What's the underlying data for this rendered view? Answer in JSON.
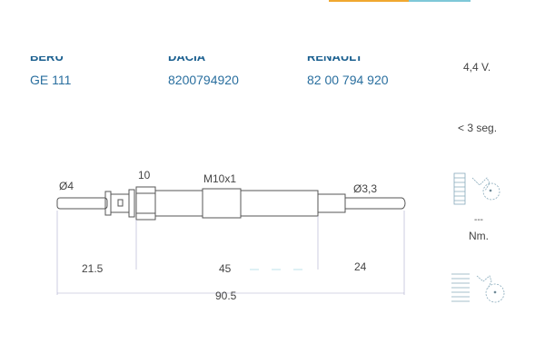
{
  "colors": {
    "accent_orange": "#f0a830",
    "accent_blue": "#7ec8d8",
    "brand_text": "#1a5f8f"
  },
  "references": [
    {
      "brand": "BERU",
      "part_number": "GE 111"
    },
    {
      "brand": "DACIA",
      "part_number": "8200794920"
    },
    {
      "brand": "RENAULT",
      "part_number": "82 00 794 920"
    }
  ],
  "specs": {
    "voltage": "4,4  V.",
    "heat_time": "< 3 seg.",
    "torque_value": "---",
    "torque_unit": "Nm."
  },
  "dimensions": {
    "tip_diameter": "Ø4",
    "hex": "10",
    "thread": "M10x1",
    "glow_diameter": "Ø3,3",
    "len_a": "21.5",
    "len_b": "45",
    "len_c": "24",
    "total": "90.5"
  },
  "icons": [
    "thread-wrench-icon",
    "spring-wrench-icon"
  ]
}
